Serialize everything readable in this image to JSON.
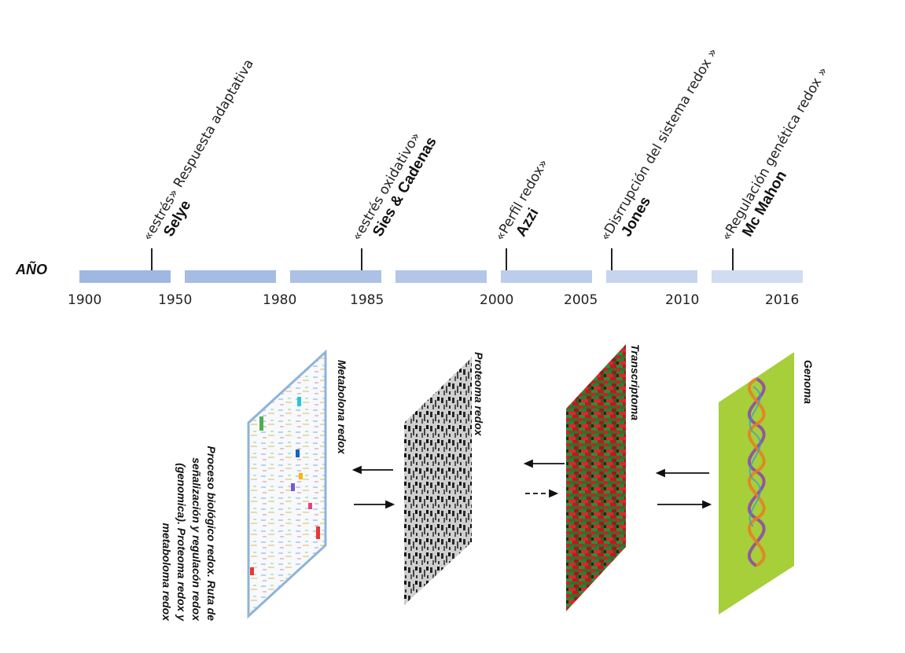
{
  "timeline": {
    "year_label": "AÑO",
    "years": [
      "1900",
      "1950",
      "1980",
      "1985",
      "2000",
      "2005",
      "2010",
      "2016"
    ],
    "colors": [
      "#9fb7e1",
      "#a5bce3",
      "#acc1e6",
      "#b3c6e8",
      "#bccdeb",
      "#c6d4ee",
      "#d0dcf1"
    ],
    "events": [
      {
        "phrase": "«estrés» Respuesta adaptativa",
        "author": "Selye"
      },
      {
        "phrase": "«estrés oxidativo»",
        "author": "Sies & Cadenas"
      },
      {
        "phrase": "«Perfil redox»",
        "author": "Azzi"
      },
      {
        "phrase": "«Disrrupción del sistema redox »",
        "author": "Jones"
      },
      {
        "phrase": "«Regulación genética redox »",
        "author": "Mc Mahon"
      }
    ]
  },
  "panels": {
    "metabolome": "Metabolona redox",
    "proteome": "Proteoma redox",
    "transcriptome": "Transcriptoma",
    "genome": "Genoma"
  },
  "description": [
    "Proceso biológico redox. Ruta de",
    "señalización y regulacón redox",
    "(genomica). Proteoma redox y",
    "metaboloma redox"
  ]
}
